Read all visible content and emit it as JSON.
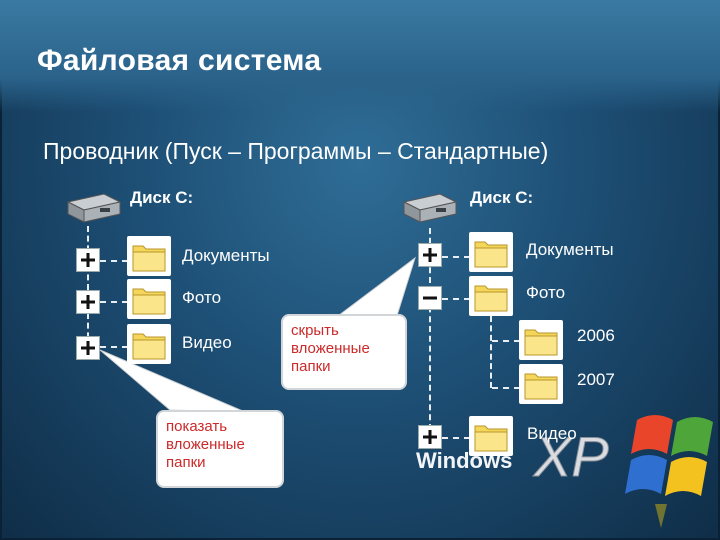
{
  "slide": {
    "title": "Файловая система",
    "subtitle": "Проводник (Пуск – Программы – Стандартные)"
  },
  "left_tree": {
    "drive_label": "Диск С:",
    "items": [
      {
        "label": "Документы",
        "toggle": "+"
      },
      {
        "label": "Фото",
        "toggle": "+"
      },
      {
        "label": "Видео",
        "toggle": "+"
      }
    ]
  },
  "right_tree": {
    "drive_label": "Диск С:",
    "items": [
      {
        "label": "Документы",
        "toggle": "+"
      },
      {
        "label": "Фото",
        "toggle": "−"
      },
      {
        "label": "2006",
        "toggle": ""
      },
      {
        "label": "2007",
        "toggle": ""
      },
      {
        "label": "Видео",
        "toggle": "+"
      }
    ]
  },
  "callouts": {
    "hide": [
      "скрыть",
      "вложенные",
      "папки"
    ],
    "show": [
      "показать",
      "вложенные",
      "папки"
    ]
  },
  "logo": {
    "text": "Windows",
    "suffix": "XP"
  },
  "colors": {
    "callout_text": "#cc2a2a",
    "background": "#1d4e74"
  }
}
